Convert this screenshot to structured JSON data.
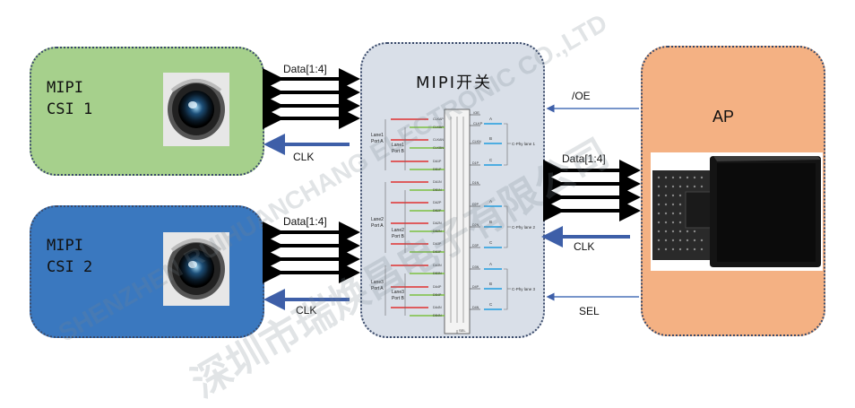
{
  "csi1": {
    "line1": "MIPI",
    "line2": "CSI 1"
  },
  "csi2": {
    "line1": "MIPI",
    "line2": "CSI 2"
  },
  "switch": {
    "title": "MIPI开关"
  },
  "ap": {
    "title": "AP"
  },
  "labels": {
    "data_top": "Data[1:4]",
    "clk_top": "CLK",
    "data_bottom": "Data[1:4]",
    "clk_bottom": "CLK",
    "oe": "/OE",
    "data_ap": "Data[1:4]",
    "clk_ap": "CLK",
    "sel": "SEL"
  },
  "schematic": {
    "lanes": [
      {
        "lane": "Lane1",
        "port_a": "Port A",
        "port_b": "Port B",
        "pins": [
          "CLKAP",
          "CLKBP",
          "CLKAN",
          "CLKBN",
          "DA1P",
          "DB1P"
        ],
        "out": [
          "CLKP",
          "CLKN",
          "D1P"
        ],
        "out_labels": [
          "A",
          "B",
          "C"
        ],
        "phy": "C-Phy lane 1"
      },
      {
        "lane": "Lane2",
        "port_a": "Port A",
        "port_b": "Port B",
        "pins": [
          "DA1N",
          "DB1N",
          "DA2P",
          "DB2P",
          "DA2N",
          "DB2N",
          "DA3P",
          "DB3P"
        ],
        "out": [
          "D1N",
          "D2P",
          "D2N",
          "D3P"
        ],
        "out_labels": [
          "A",
          "B",
          "C"
        ],
        "phy": "C-Phy lane 2"
      },
      {
        "lane": "Lane3",
        "port_a": "Port A",
        "port_b": "Port B",
        "pins": [
          "DA3N",
          "DB3N",
          "DA4P",
          "DB4P",
          "DA4N",
          "DB4N"
        ],
        "out": [
          "D3N",
          "D4P",
          "D4N"
        ],
        "out_labels": [
          "A",
          "B",
          "C"
        ],
        "phy": "C-Phy lane 3"
      }
    ],
    "top_pins": [
      "/OE",
      "CLKP"
    ],
    "sel_pin": "SEL"
  },
  "watermark": {
    "text1": "SHENZHEN RUIHUANCHANG ELECTRONIC CO.,LTD",
    "text2": "深圳市瑞焕昌电子有限公司"
  },
  "colors": {
    "csi1_bg": "#a6d08c",
    "csi2_bg": "#3a78bf",
    "switch_bg": "#d9dfe8",
    "ap_bg": "#f4b183",
    "clk_arrow": "#3e5fa8",
    "data_arrow": "#000000"
  }
}
